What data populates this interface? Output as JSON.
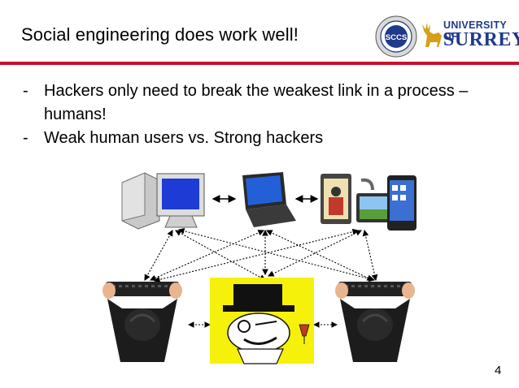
{
  "slide": {
    "title": "Social engineering does work well!",
    "bullets": [
      {
        "dash": "-",
        "text": "Hackers only need to break the weakest link in a process – humans!"
      },
      {
        "dash": "-",
        "text": "Weak human users vs. Strong hackers"
      }
    ],
    "page_number": "4"
  },
  "logos": {
    "sccs_text": "SCCS",
    "surrey_line1": "UNIVERSITY OF",
    "surrey_line2": "SURREY"
  },
  "colors": {
    "title_rule": "#c8102e",
    "surrey_blue": "#1e3a8a",
    "highlight_yellow": "#f5f10a"
  },
  "icons": [
    "desktop-computer-icon",
    "laptop-icon",
    "tablet-phone-icon",
    "hacker-icon",
    "troll-hacker-icon"
  ]
}
